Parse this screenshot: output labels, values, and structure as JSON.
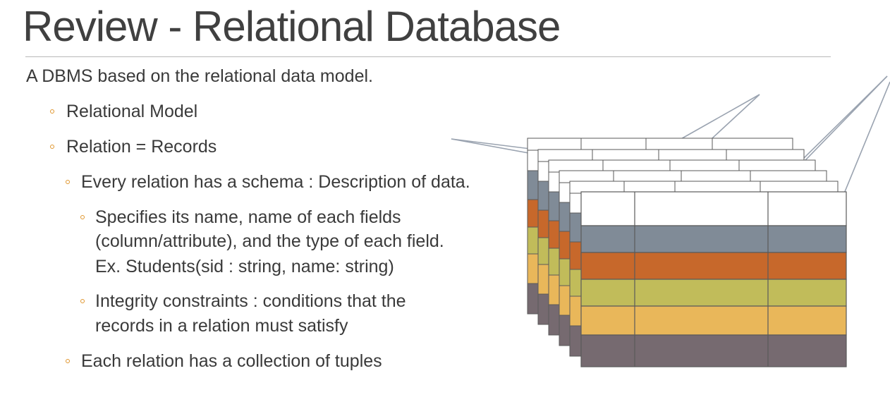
{
  "slide": {
    "title": "Review - Relational Database",
    "intro": "A DBMS based on the relational data model.",
    "bullets": [
      {
        "level": 1,
        "lines": [
          "Relational Model"
        ]
      },
      {
        "level": 1,
        "lines": [
          "Relation = Records"
        ]
      },
      {
        "level": 2,
        "lines": [
          "Every relation has a schema : Description of data."
        ]
      },
      {
        "level": 3,
        "lines": [
          "Specifies its name, name of each fields",
          "(column/attribute), and the type of each field.",
          "Ex. Students(sid : string, name: string)"
        ]
      },
      {
        "level": 3,
        "lines": [
          "Integrity constraints : conditions that the",
          "records in a relation must satisfy"
        ]
      },
      {
        "level": 2,
        "lines": [
          "Each relation has a collection of tuples"
        ]
      }
    ]
  },
  "diagram": {
    "stack_count": 6,
    "header_color": "#ffffff",
    "row_colors": [
      "#808b97",
      "#c7682b",
      "#c1bc5a",
      "#e9b75a",
      "#766a70"
    ],
    "border_color": "#5a5a5a",
    "callout_line_color": "#9aa3b0"
  }
}
